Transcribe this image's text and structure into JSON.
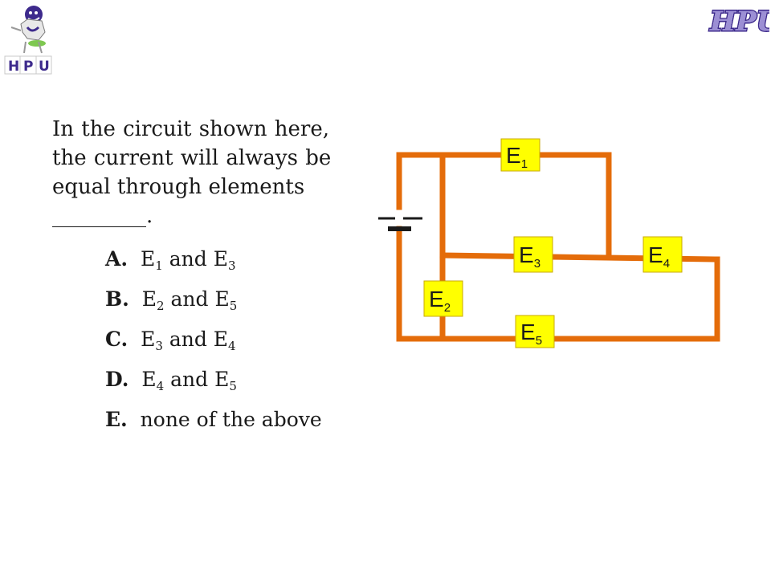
{
  "question": {
    "line1": "In the circuit shown here,",
    "line2": "the current will always be",
    "line3": "equal through elements",
    "blank": "_________."
  },
  "options": [
    {
      "letter": "A.",
      "pre": "E",
      "sub1": "1",
      "mid": " and E",
      "sub2": "3",
      "post": ""
    },
    {
      "letter": "B.",
      "pre": "E",
      "sub1": "2",
      "mid": " and E",
      "sub2": "5",
      "post": ""
    },
    {
      "letter": "C.",
      "pre": "E",
      "sub1": "3",
      "mid": " and E",
      "sub2": "4",
      "post": ""
    },
    {
      "letter": "D.",
      "pre": "E",
      "sub1": "4",
      "mid": " and E",
      "sub2": "5",
      "post": ""
    },
    {
      "letter": "E.",
      "text": "none of the above"
    }
  ],
  "elements": [
    {
      "label": "E",
      "sub": "1"
    },
    {
      "label": "E",
      "sub": "2"
    },
    {
      "label": "E",
      "sub": "3"
    },
    {
      "label": "E",
      "sub": "4"
    },
    {
      "label": "E",
      "sub": "5"
    }
  ],
  "logos": {
    "left_text": "HPU",
    "right_text": "HPU"
  },
  "colors": {
    "wire": "#e46c0a",
    "element_fill": "#ffff00",
    "logo_purple": "#3d2a8c"
  }
}
